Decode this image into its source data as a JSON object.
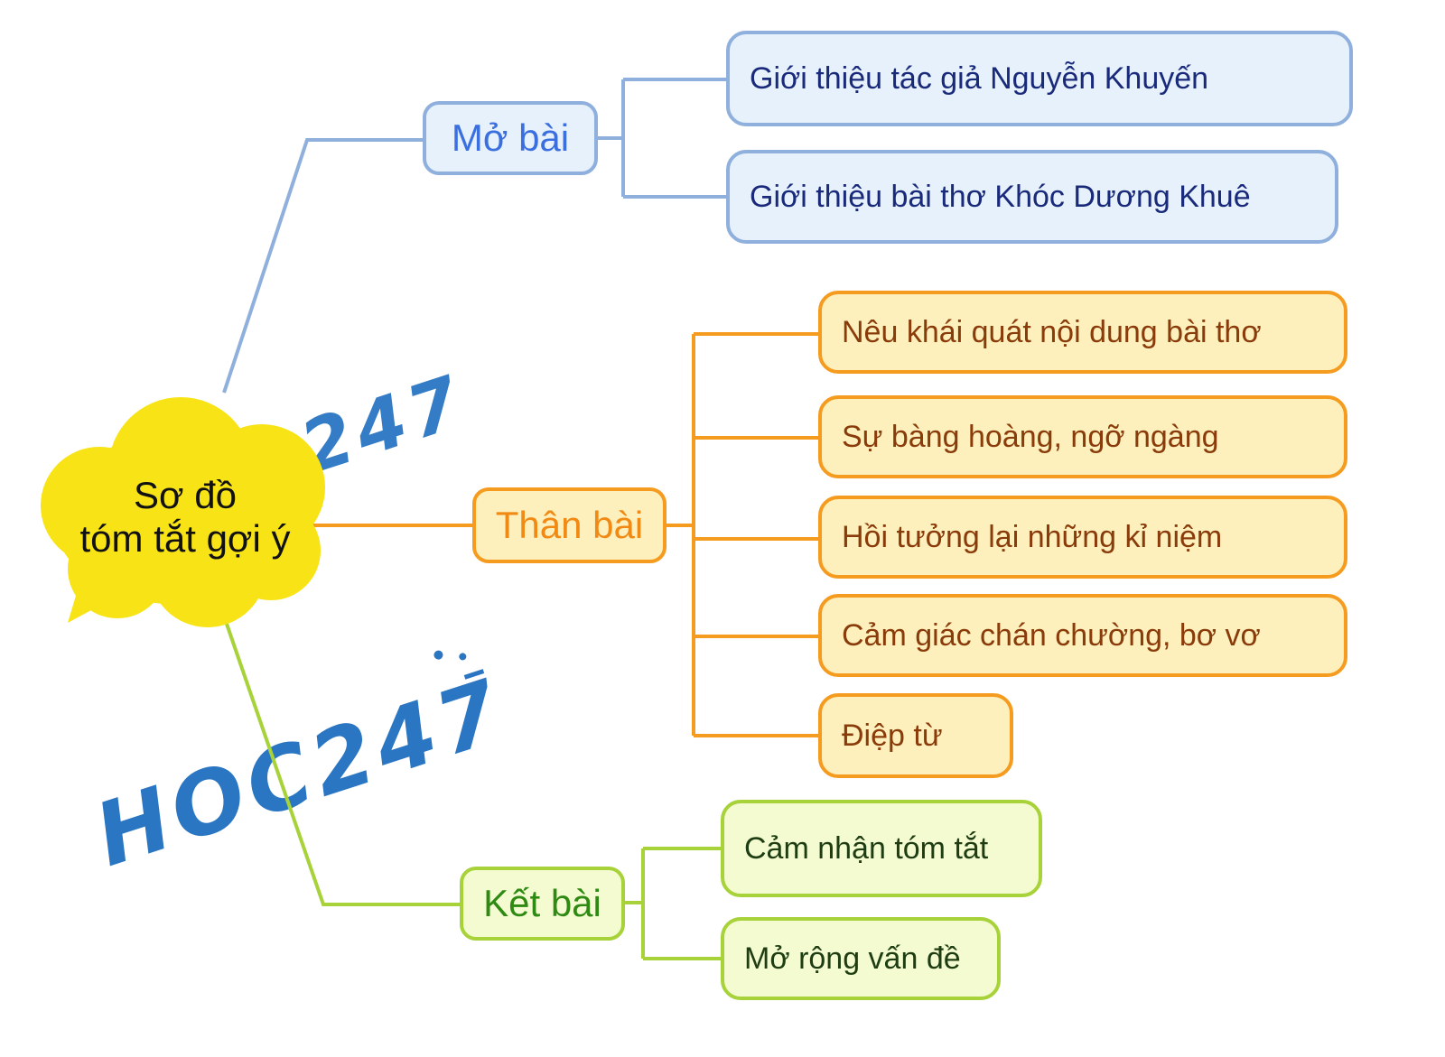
{
  "root": {
    "line1": "Sơ đồ",
    "line2": "tóm tắt gợi ý"
  },
  "branches": [
    {
      "label": "Mở bài",
      "color": "#8fb0dc",
      "items": [
        "Giới thiệu tác giả Nguyễn Khuyến",
        "Giới thiệu bài thơ Khóc Dương Khuê"
      ]
    },
    {
      "label": "Thân bài",
      "color": "#f59c20",
      "items": [
        "Nêu khái quát nội dung bài thơ",
        "Sự bàng hoàng, ngỡ ngàng",
        "Hồi tưởng lại những kỉ niệm",
        "Cảm giác chán chường, bơ vơ",
        "Điệp từ"
      ]
    },
    {
      "label": "Kết bài",
      "color": "#a8d23a",
      "items": [
        "Cảm nhận tóm tắt",
        "Mở rộng vấn đề"
      ]
    }
  ],
  "watermark": "HOC247"
}
